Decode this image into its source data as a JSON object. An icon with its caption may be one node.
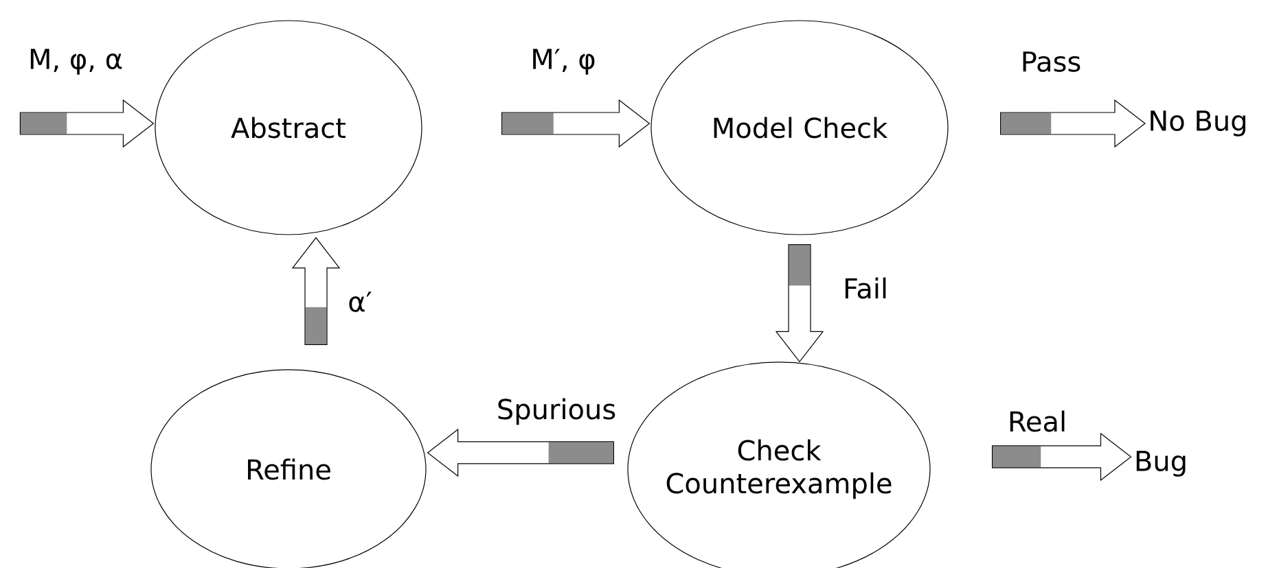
{
  "diagram": {
    "nodes": [
      {
        "text": [
          "Abstract"
        ]
      },
      {
        "text": [
          "Model Check"
        ]
      },
      {
        "text": [
          "No Bug"
        ]
      },
      {
        "text": [
          "Check Counterexample"
        ]
      },
      {
        "text": [
          "Bug"
        ]
      },
      {
        "text": [
          "Refine"
        ]
      }
    ],
    "edges": [
      {
        "from": null,
        "to": 0,
        "arrow": "to",
        "label": "M, φ, α"
      },
      {
        "from": 0,
        "to": 1,
        "arrow": "to",
        "label": "M′, φ"
      },
      {
        "from": 1,
        "to": 2,
        "arrow": "to",
        "label": "Pass"
      },
      {
        "from": 1,
        "to": 3,
        "arrow": "to",
        "label": "Fail"
      },
      {
        "from": 3,
        "to": 4,
        "arrow": "to",
        "label": "Real"
      },
      {
        "from": 3,
        "to": 5,
        "arrow": "to",
        "label": "Spurious"
      },
      {
        "from": 5,
        "to": 0,
        "arrow": "to",
        "label": "α′"
      }
    ]
  }
}
